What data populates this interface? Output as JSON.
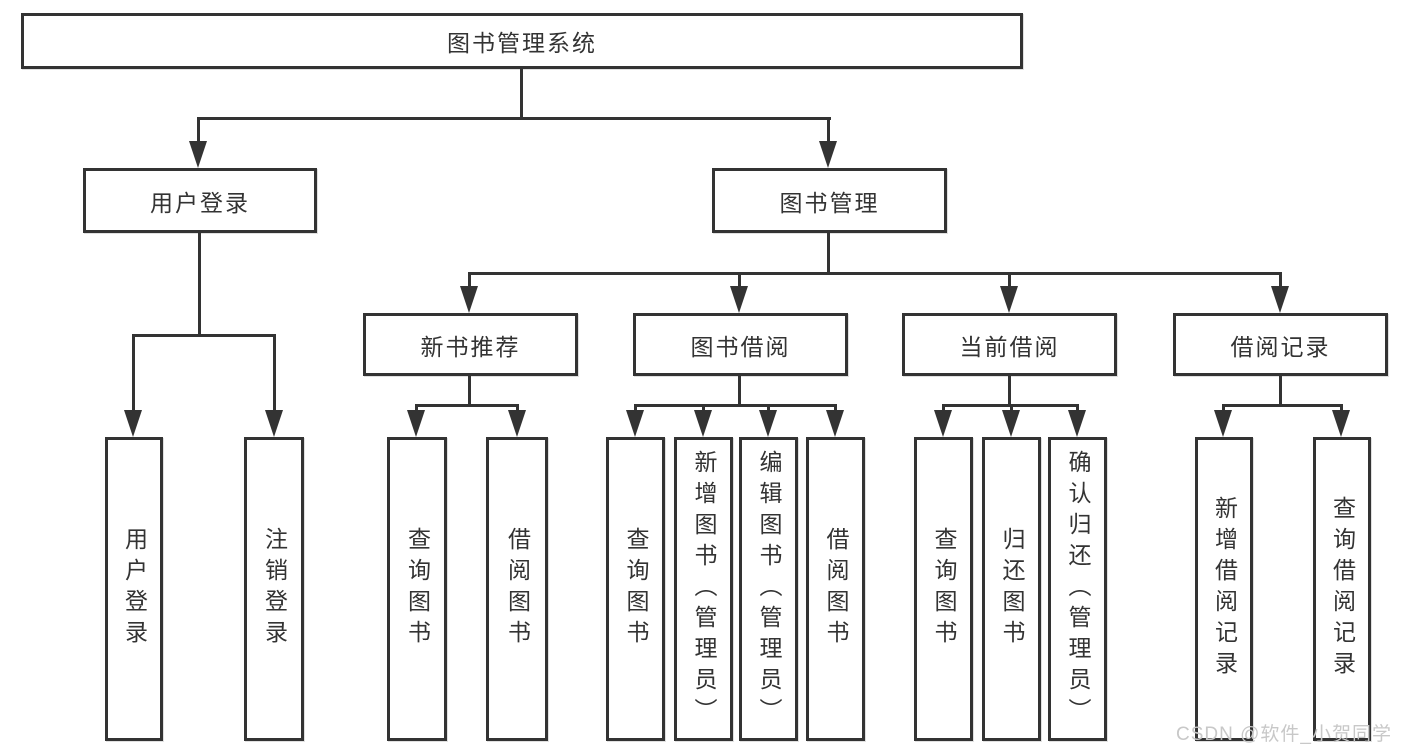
{
  "diagram": {
    "title": "图书管理系统",
    "level2": {
      "login": "用户登录",
      "management": "图书管理"
    },
    "level3": {
      "new_books": "新书推荐",
      "book_borrow": "图书借阅",
      "current_borrow": "当前借阅",
      "borrow_records": "借阅记录"
    },
    "leaves": {
      "login": [
        "用户登录",
        "注销登录"
      ],
      "new_books": [
        "查询图书",
        "借阅图书"
      ],
      "book_borrow": [
        "查询图书",
        "新增图书（管理员）",
        "编辑图书（管理员）",
        "借阅图书"
      ],
      "current_borrow": [
        "查询图书",
        "归还图书",
        "确认归还（管理员）"
      ],
      "borrow_records": [
        "新增借阅记录",
        "查询借阅记录"
      ]
    },
    "colors": {
      "line": "#333333",
      "text": "#333333",
      "watermark": "#c8c8c8",
      "background": "#ffffff"
    }
  },
  "watermark": "CSDN @软件_小贺同学"
}
